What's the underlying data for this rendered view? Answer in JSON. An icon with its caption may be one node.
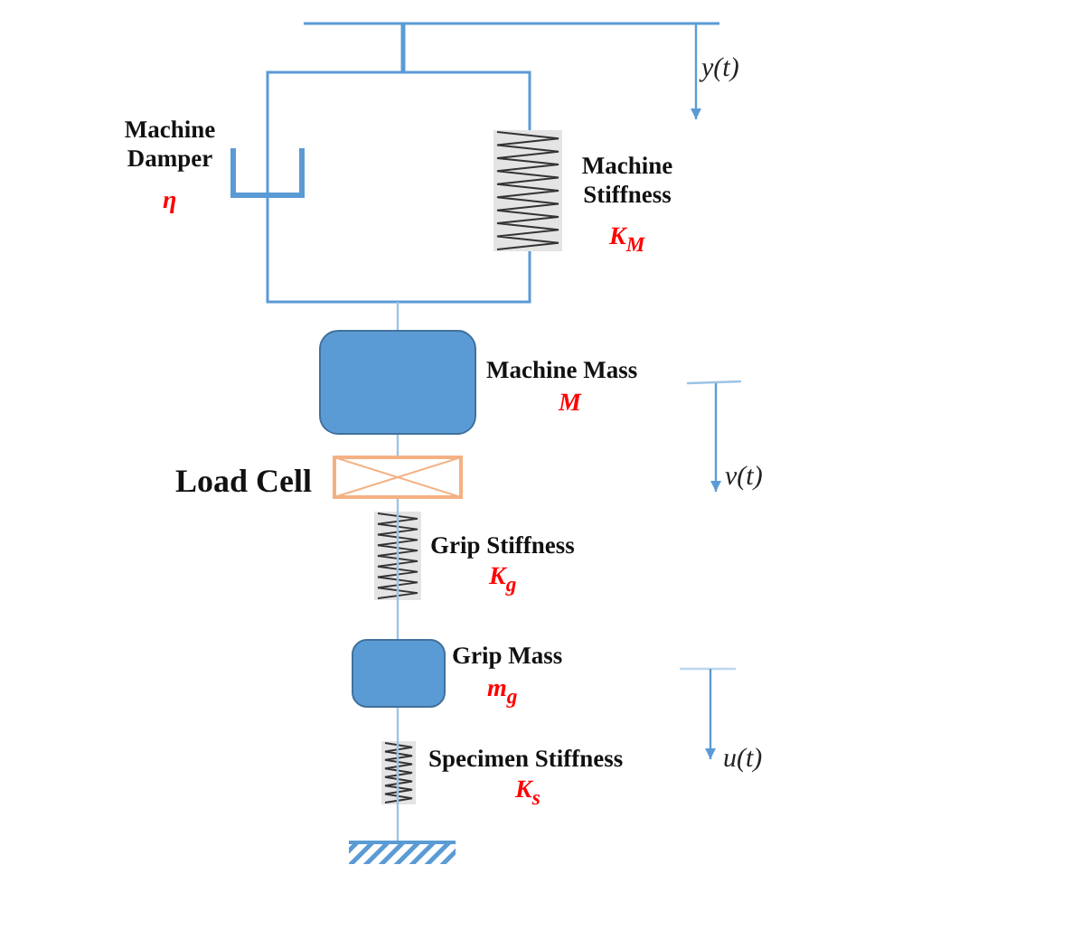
{
  "diagram": {
    "labels": [
      "y(t)",
      "Machine Damper",
      "η",
      "Machine Stiffness",
      "K$_{M}$",
      "Machine Mass",
      "M",
      "Load Cell",
      "v(t)",
      "Grip Stiffness",
      "K$_{g}$",
      "Grip Mass",
      "m$_{g}$",
      "Specimen Stiffness",
      "K$_{s}$",
      "u(t)"
    ]
  }
}
